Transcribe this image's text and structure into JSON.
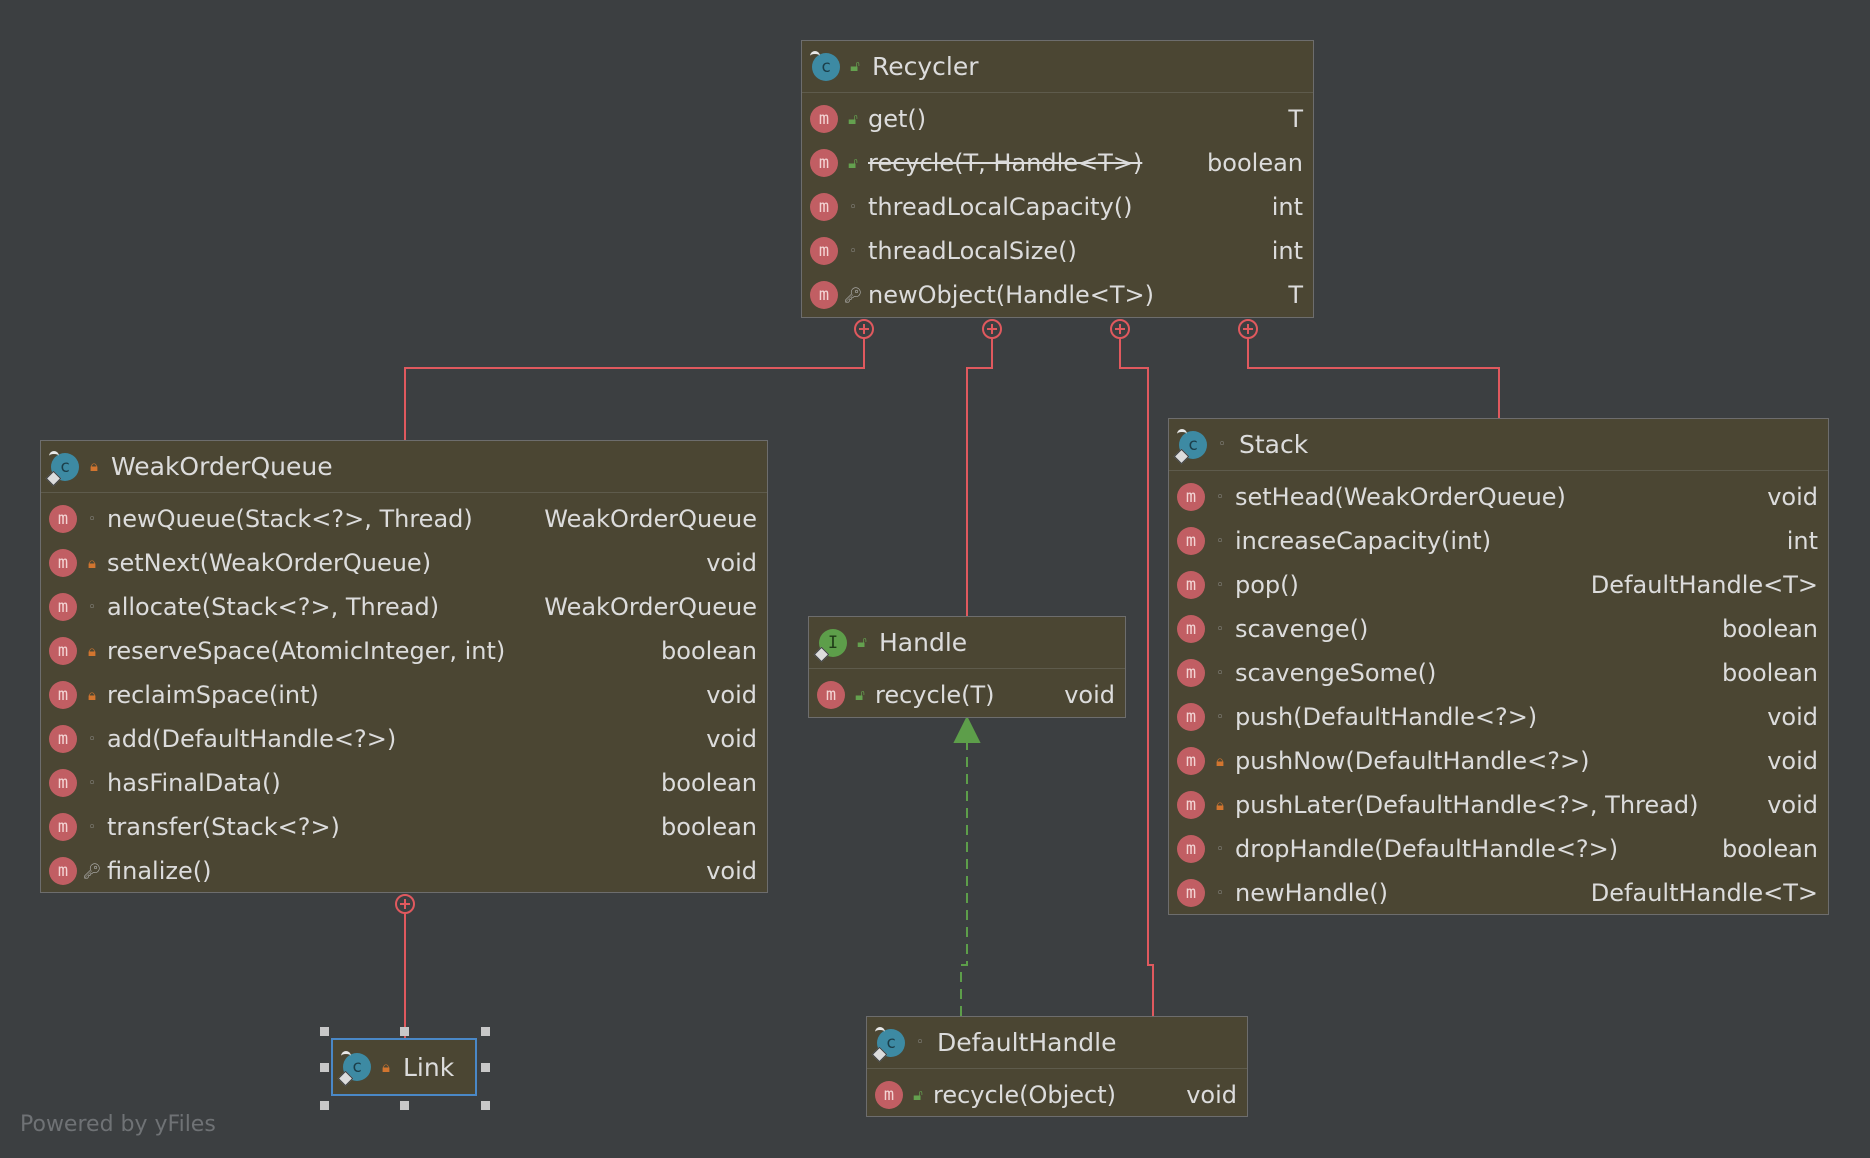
{
  "colors": {
    "background": "#3c3f41",
    "node_fill": "#4b4633",
    "node_border": "#6d6d6d",
    "inner_class_edge": "#e0595e",
    "implements_edge": "#5d9e4a",
    "selection": "#4a88c7"
  },
  "watermark": "Powered by yFiles",
  "nodes": {
    "recycler": {
      "title": "Recycler",
      "kind_icon": "class-icon",
      "visibility": "public",
      "rows": [
        {
          "name": "get()",
          "type": "T",
          "visibility": "public",
          "deprecated": false
        },
        {
          "name": "recycle(T, Handle<T>)",
          "type": "boolean",
          "visibility": "public",
          "deprecated": true
        },
        {
          "name": "threadLocalCapacity()",
          "type": "int",
          "visibility": "package",
          "deprecated": false
        },
        {
          "name": "threadLocalSize()",
          "type": "int",
          "visibility": "package",
          "deprecated": false
        },
        {
          "name": "newObject(Handle<T>)",
          "type": "T",
          "visibility": "protected",
          "deprecated": false
        }
      ]
    },
    "weak_order_queue": {
      "title": "WeakOrderQueue",
      "kind_icon": "class-icon",
      "visibility": "private",
      "rows": [
        {
          "name": "newQueue(Stack<?>, Thread)",
          "type": "WeakOrderQueue",
          "visibility": "package"
        },
        {
          "name": "setNext(WeakOrderQueue)",
          "type": "void",
          "visibility": "private"
        },
        {
          "name": "allocate(Stack<?>, Thread)",
          "type": "WeakOrderQueue",
          "visibility": "package"
        },
        {
          "name": "reserveSpace(AtomicInteger, int)",
          "type": "boolean",
          "visibility": "private"
        },
        {
          "name": "reclaimSpace(int)",
          "type": "void",
          "visibility": "private"
        },
        {
          "name": "add(DefaultHandle<?>)",
          "type": "void",
          "visibility": "package"
        },
        {
          "name": "hasFinalData()",
          "type": "boolean",
          "visibility": "package"
        },
        {
          "name": "transfer(Stack<?>)",
          "type": "boolean",
          "visibility": "package"
        },
        {
          "name": "finalize()",
          "type": "void",
          "visibility": "protected"
        }
      ]
    },
    "handle": {
      "title": "Handle",
      "kind_icon": "interface-icon",
      "kind_letter": "I",
      "visibility": "public",
      "rows": [
        {
          "name": "recycle(T)",
          "type": "void",
          "visibility": "public"
        }
      ]
    },
    "stack": {
      "title": "Stack",
      "kind_icon": "class-icon",
      "visibility": "package",
      "rows": [
        {
          "name": "setHead(WeakOrderQueue)",
          "type": "void",
          "visibility": "package"
        },
        {
          "name": "increaseCapacity(int)",
          "type": "int",
          "visibility": "package"
        },
        {
          "name": "pop()",
          "type": "DefaultHandle<T>",
          "visibility": "package"
        },
        {
          "name": "scavenge()",
          "type": "boolean",
          "visibility": "package"
        },
        {
          "name": "scavengeSome()",
          "type": "boolean",
          "visibility": "package"
        },
        {
          "name": "push(DefaultHandle<?>)",
          "type": "void",
          "visibility": "package"
        },
        {
          "name": "pushNow(DefaultHandle<?>)",
          "type": "void",
          "visibility": "private"
        },
        {
          "name": "pushLater(DefaultHandle<?>, Thread)",
          "type": "void",
          "visibility": "private"
        },
        {
          "name": "dropHandle(DefaultHandle<?>)",
          "type": "boolean",
          "visibility": "package"
        },
        {
          "name": "newHandle()",
          "type": "DefaultHandle<T>",
          "visibility": "package"
        }
      ]
    },
    "default_handle": {
      "title": "DefaultHandle",
      "kind_icon": "class-icon",
      "visibility": "package",
      "rows": [
        {
          "name": "recycle(Object)",
          "type": "void",
          "visibility": "public"
        }
      ]
    },
    "link": {
      "title": "Link",
      "kind_icon": "class-icon",
      "visibility": "private"
    }
  },
  "icons": {
    "method_letter": "m",
    "class_letter": "c",
    "public": "unlocked-icon",
    "private": "lock-icon",
    "package": "circle-icon",
    "protected": "key-icon",
    "inner_class_marker": "circle-plus-icon",
    "implements_arrow": "hollow-triangle-arrow-icon"
  }
}
